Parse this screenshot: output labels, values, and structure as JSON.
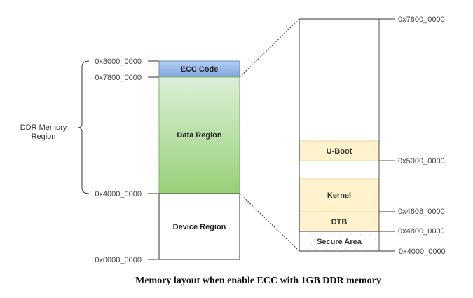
{
  "caption": "Memory layout when enable ECC with 1GB DDR memory",
  "left_column": {
    "group_label_line1": "DDR Memory",
    "group_label_line2": "Region",
    "blocks": [
      {
        "label": "ECC Code",
        "fill": "#8fb3e6"
      },
      {
        "label": "Data Region",
        "fill": "#97d077"
      },
      {
        "label": "Device Region",
        "fill": "#ffffff"
      }
    ],
    "addresses": [
      "0x8000_0000",
      "0x7800_0000",
      "0x4000_0000",
      "0x0000_0000"
    ]
  },
  "right_column": {
    "blocks": [
      {
        "label": "U-Boot",
        "fill": "#fff2cc"
      },
      {
        "label": "Kernel",
        "fill": "#fff2cc"
      },
      {
        "label": "DTB",
        "fill": "#fff2cc"
      },
      {
        "label": "Secure Area",
        "fill": "hatched"
      }
    ],
    "addresses": [
      "0x7800_0000",
      "0x5000_0000",
      "0x4808_0000",
      "0x4800_0000",
      "0x4000_0000"
    ]
  },
  "colors": {
    "ecc_top": "#a9c4f0",
    "ecc_bottom": "#7ea6e0",
    "data_top": "#d5e8d4",
    "data_bottom": "#97d077",
    "yellow_fill": "#fff2cc",
    "yellow_border": "#e8d9a0",
    "outline": "#333333"
  }
}
